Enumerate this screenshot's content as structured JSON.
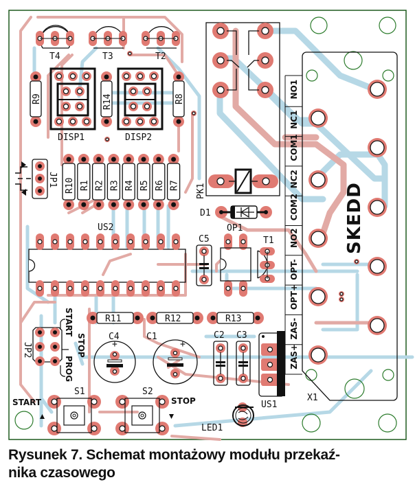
{
  "figure": {
    "caption": "Rysunek 7. Schemat montażowy modułu przekaźnika czasowego",
    "caption_line1": "Rysunek 7. Schemat montażowy modułu przekaź-",
    "caption_line2": "nika czasowego"
  },
  "colors": {
    "board_outline": "#1e5a1e",
    "top_copper": "#e2aaa5",
    "bottom_copper": "#b6d8e6",
    "pad": "#e07a72",
    "silkscreen": "#111111"
  },
  "components": {
    "transistors": [
      "T4",
      "T3",
      "T2",
      "T1"
    ],
    "displays": [
      "DISP1",
      "DISP2"
    ],
    "resistors_vertical": [
      "R9",
      "R14",
      "R8",
      "R10",
      "R1",
      "R2",
      "R3",
      "R4",
      "R5",
      "R6",
      "R7"
    ],
    "resistors_horizontal": [
      "R11",
      "R12",
      "R13"
    ],
    "jumpers": [
      "JP1",
      "JP2"
    ],
    "relay": "PK1",
    "diode": "D1",
    "optocoupler": "OP1",
    "capacitors": [
      "C5",
      "C4",
      "C1",
      "C2",
      "C3"
    ],
    "ics": [
      "US2",
      "US1"
    ],
    "switches": [
      "S1",
      "S2"
    ],
    "led": "LED1",
    "connector": "X1",
    "connector_brand": "SKEDD"
  },
  "connector_pins": [
    "NO1",
    "NC1",
    "COM1",
    "NC2",
    "COM2",
    "NO2",
    "OPT-",
    "OPT+",
    "ZAS-",
    "ZAS+"
  ],
  "jp2_labels": {
    "start": "START",
    "stop": "STOP",
    "prog": "PROG"
  },
  "button_labels": {
    "start": "START",
    "stop": "STOP"
  }
}
